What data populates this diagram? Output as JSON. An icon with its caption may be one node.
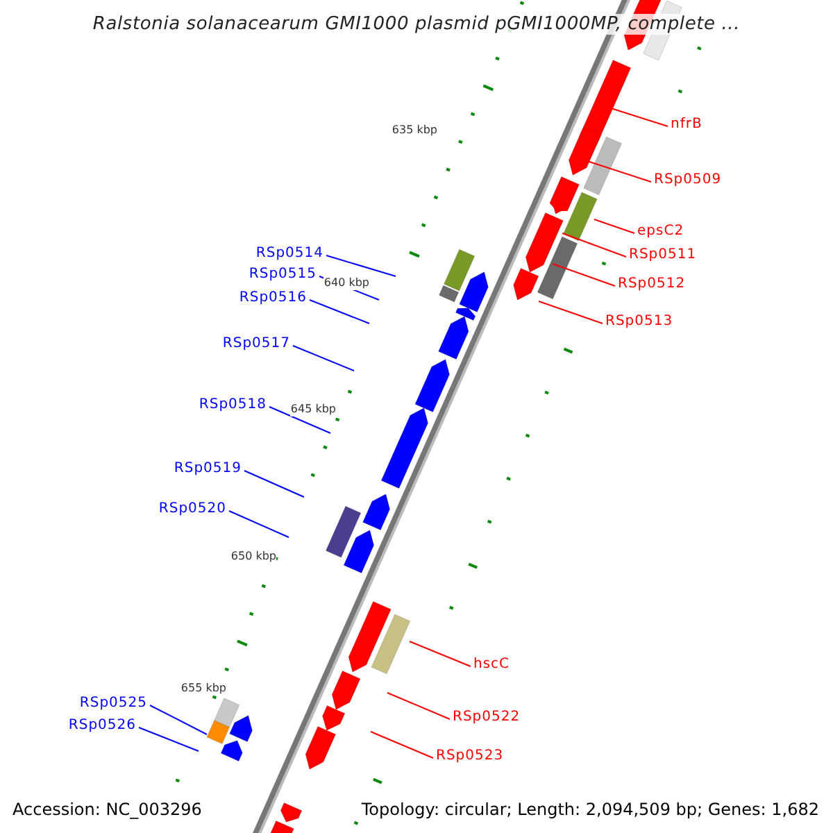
{
  "diagram": {
    "title": "Ralstonia solanacearum GMI1000 plasmid pGMI1000MP, complete ...",
    "nodes": [
      {
        "text": [
          "nfrB"
        ]
      },
      {
        "text": [
          "RSp0509"
        ]
      },
      {
        "text": [
          "epsC2"
        ]
      },
      {
        "text": [
          "RSp0514"
        ]
      },
      {
        "text": [
          "RSp0511"
        ]
      },
      {
        "text": [
          "RSp0515"
        ]
      },
      {
        "text": [
          "RSp0512"
        ]
      },
      {
        "text": [
          "RSp0516"
        ]
      },
      {
        "text": [
          "RSp0513"
        ]
      },
      {
        "text": [
          "RSp0517"
        ]
      },
      {
        "text": [
          "RSp0518"
        ]
      },
      {
        "text": [
          "RSp0519"
        ]
      },
      {
        "text": [
          "RSp0520"
        ]
      },
      {
        "text": [
          "hscC"
        ]
      },
      {
        "text": [
          "RSp0525"
        ]
      },
      {
        "text": [
          "RSp0522"
        ]
      },
      {
        "text": [
          "RSp0526"
        ]
      },
      {
        "text": [
          "RSp0523"
        ]
      }
    ],
    "edges": [
      {
        "from": 0,
        "to": null,
        "arrow": "none",
        "color": "#ff0000"
      },
      {
        "from": 1,
        "to": null,
        "arrow": "none",
        "color": "#ff0000"
      },
      {
        "from": 2,
        "to": null,
        "arrow": "none",
        "color": "#ff0000"
      },
      {
        "from": 3,
        "to": null,
        "arrow": "none",
        "color": "#0000ff"
      },
      {
        "from": 4,
        "to": null,
        "arrow": "none",
        "color": "#ff0000"
      },
      {
        "from": 5,
        "to": null,
        "arrow": "none",
        "color": "#0000ff"
      },
      {
        "from": 6,
        "to": null,
        "arrow": "none",
        "color": "#ff0000"
      },
      {
        "from": 7,
        "to": null,
        "arrow": "none",
        "color": "#0000ff"
      },
      {
        "from": 8,
        "to": null,
        "arrow": "none",
        "color": "#ff0000"
      },
      {
        "from": 9,
        "to": null,
        "arrow": "none",
        "color": "#0000ff"
      },
      {
        "from": 10,
        "to": null,
        "arrow": "none",
        "color": "#0000ff"
      },
      {
        "from": 11,
        "to": null,
        "arrow": "none",
        "color": "#0000ff"
      },
      {
        "from": 12,
        "to": null,
        "arrow": "none",
        "color": "#0000ff"
      },
      {
        "from": 13,
        "to": null,
        "arrow": "none",
        "color": "#ff0000"
      },
      {
        "from": 14,
        "to": null,
        "arrow": "none",
        "color": "#0000ff"
      },
      {
        "from": 15,
        "to": null,
        "arrow": "none",
        "color": "#ff0000"
      },
      {
        "from": 16,
        "to": null,
        "arrow": "none",
        "color": "#0000ff"
      },
      {
        "from": 17,
        "to": null,
        "arrow": "none",
        "color": "#ff0000"
      }
    ],
    "labels": [
      "635 kbp",
      "640 kbp",
      "645 kbp",
      "650 kbp",
      "655 kbp",
      "Accession: NC_003296",
      "Topology: circular; Length: 2,094,509 bp; Genes: 1,682"
    ]
  }
}
